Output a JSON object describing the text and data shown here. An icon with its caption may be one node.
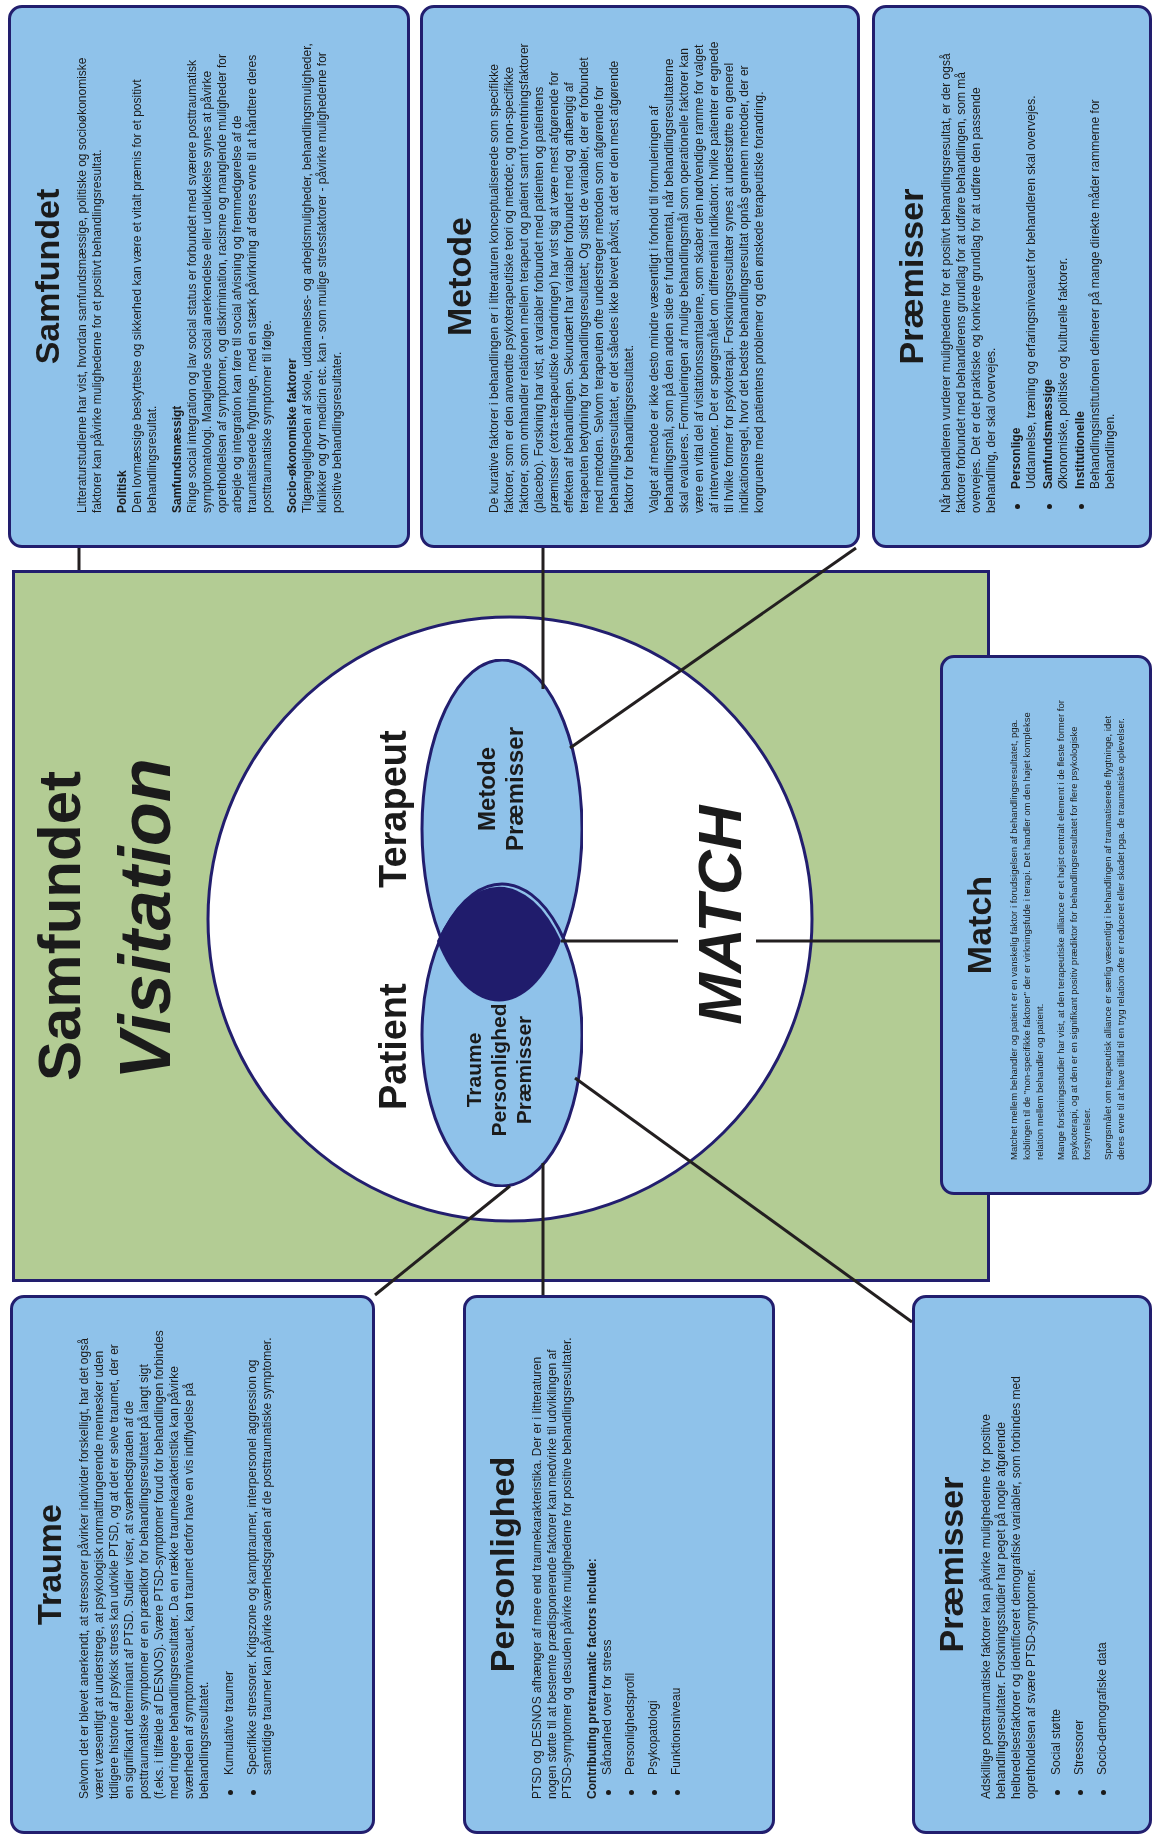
{
  "diagram": {
    "nodes": [
      {
        "text": [
          "Samfundet",
          "Litteraturstudierne har vist, hvordan samfundsmæssige, politiske og socioøkonomiske faktorer kan påvirke mulighederne for et positivt behandlingsresultat.",
          "Politisk",
          "Den lovmæssige beskyttelse og sikkerhed kan være et vitalt præmis for et positivt behandlingsresultat.",
          "Samfundsmæssigt",
          "Ringe social integration og lav social status er forbundet med sværere posttraumatisk symptomatologi. Manglende social anerkendelse eller udelukkelse synes at påvirke opretholdelsen af symptomer, og diskrimination, racisme og manglende muligheder for arbejde og integration kan føre til social afvisning og fremmedgørelse af de traumatiserede flygtninge, med en stærk påvirkning af deres evne til at håndtere deres posttraumatiske symptomer til følge.",
          "Socio-økonomiske faktorer",
          "Tilgængeligheden af skole, uddannelses- og arbejdsmuligheder, behandlingsmuligheder, klinikker og dyr medicin etc. kan - som mulige stressfaktorer - påvirke mulighederne for positive behandlingsresultater."
        ]
      },
      {
        "text": [
          "Metode",
          "De kurative faktorer i behandlingen er i litteraturen konceptualiserede som specifikke faktorer, som er den anvendte psykoterapeutiske teori og metode; og non-specifikke faktorer, som omhandler relationen mellem terapeut og patient samt forventningsfaktorer (placebo). Forskning har vist, at variabler forbundet med patienten og patientens præmisser (extra-terapeutiske forandringer) har vist sig at være mest afgørende for effekten af behandlingen. Sekundært har variabler forbundet med og afhængig af terapeuten betydning for behandlingsresultatet; Og sidst de variabler, der er forbundet med metoden. Selvom terapeuten ofte understreger metoden som afgørende for behandlingsresultatet, er det således ikke blevet påvist, at det er den mest afgørende faktor for behandlingsresultatet.",
          "Valget af metode er ikke desto mindre væsentligt i forhold til formuleringen af behandlingsmål, som på den anden side er fundamental, når behandlingsresultaterne skal evalueres. Formuleringen af mulige behandlingsmål som operationelle faktorer kan være en vital del af visitationssamtalerne, som skaber den nødvendige ramme for valget af interventioner. Det er spørgsmålet om differential indikation: hvilke patienter er egnede til hvilke former for psykoterapi. Forskningsresultater synes at understøtte en generel indikationsregel, hvor det bedste behandlingsresultat opnås gennem metoder, der er kongruente med patientens problemer og den ønskede terapeutiske forandring."
        ]
      },
      {
        "text": [
          "Præmisser",
          "Når behandleren vurderer mulighederne for et positivt behandlingsresultat, er der også faktorer forbundet med behandlerens grundlag for at udføre behandlingen, som må overvejes. Det er det praktiske og konkrete grundlag for at udføre den passende behandling, der skal overvejes.",
          "Personlige",
          "Uddannelse, træning og erfaringsniveauet for behandleren skal overvejes.",
          "Samfundsmæssige",
          "Økonomiske, politiske og kulturelle faktorer.",
          "Institutionelle",
          "Behandlingsinstitutionen definerer på mange direkte måder rammerne for behandlingen."
        ]
      },
      {
        "text": [
          "Samfundet"
        ]
      },
      {
        "text": [
          "Visitation"
        ],
        "in": 3
      },
      {
        "text": [
          "Terapeut",
          "Metode Præmisser"
        ],
        "in": 4
      },
      {
        "text": [
          "Patient",
          "Traume Personlighed Præmisser"
        ],
        "in": 4
      },
      {
        "text": [],
        "shape": "lens"
      },
      {
        "text": [
          "MATCH"
        ],
        "in": 4
      },
      {
        "text": [
          "Match",
          "Matchet mellem behandler og patient er en vanskelig faktor i forudsigelsen af behandlingsresultatet, pga. koblingen til de ”non-specifikke faktorer” der er virkningsfulde i terapi. Det handler om den højet komplekse relation mellem behandler og patient.",
          "Mange forskningsstudier har vist, at den terapeutiske alliance er et højst centralt element i de fleste former for psykoterapi, og at den er en signifikant positiv prædiktor for behandlingsresultatet for flere psykologiske forstyrrelser.",
          "Spørgsmålet om terapeutisk alliance er særlig væsentligt i behandlingen af traumatiserede flygtninge, idet deres evne til at have tillid til en tryg relation ofte er reduceret eller skadet pga. de traumatiske oplevelser."
        ]
      },
      {
        "text": [
          "Traume",
          "Selvom det er blevet anerkendt, at stressorer påvirker individer forskelligt, har det også været væsentligt at understrege, at psykologisk normaltfungerende mennesker uden tidligere historie af psykisk stress kan udvikle PTSD, og at det er selve traumet, der er en signifikant determinant af PTSD. Studier viser, at sværhedsgraden af de posttraumatiske symptomer er en prædiktor for behandlingsresultatet på langt sigt (f.eks. i tilfælde af DESNOS). Svære PTSD-symptomer forud for behandlingen forbindes med ringere behandlingsresultater. Da en række traumekarakteristika kan påvirke sværheden af symptomniveauet, kan traumet derfor have en vis indflydelse på behandlingsresultatet.",
          "Kumulative traumer",
          "Specifikke stressorer. Krigszone og kamptraumer, interpersonel aggression og samtidige traumer kan påvirke sværhedsgraden af de posttraumatiske symptomer."
        ]
      },
      {
        "text": [
          "Personlighed",
          "PTSD og DESNOS afhænger af mere end traumekarakteristika. Der er i litteraturen nogen støtte til at bestemte prædisponerende faktorer kan medvirke til udviklingen af PTSD-symptomer og desuden påvirke mulighederne for positive behandlingsresultater.",
          "Contributing pretraumatic factors include:",
          "Sårbarhed over for stress",
          "Personlighedsprofil",
          "Psykopatologi",
          "Funktionsniveau"
        ]
      },
      {
        "text": [
          "Præmisser",
          "Adskillige posttraumatiske faktorer kan påvirke mulighederne for positive behandlingsresultater. Forskningsstudier har peget på nogle afgørende helbredelsesfaktorer og identificeret demografiske variabler, som forbindes med opretholdelsen af svære PTSD-symptomer.",
          "Social støtte",
          "Stressorer",
          "Socio-demografiske data"
        ]
      }
    ],
    "edges": [
      {
        "from": 0,
        "to": 3,
        "arrow": "none"
      },
      {
        "from": 1,
        "to": 5,
        "arrow": "none"
      },
      {
        "from": 5,
        "to": 2,
        "arrow": "none"
      },
      {
        "from": 7,
        "to": 8,
        "arrow": "none"
      },
      {
        "from": 8,
        "to": 9,
        "arrow": "none"
      },
      {
        "from": 6,
        "to": 10,
        "arrow": "none"
      },
      {
        "from": 6,
        "to": 11,
        "arrow": "none"
      },
      {
        "from": 6,
        "to": 12,
        "arrow": "none"
      }
    ]
  }
}
